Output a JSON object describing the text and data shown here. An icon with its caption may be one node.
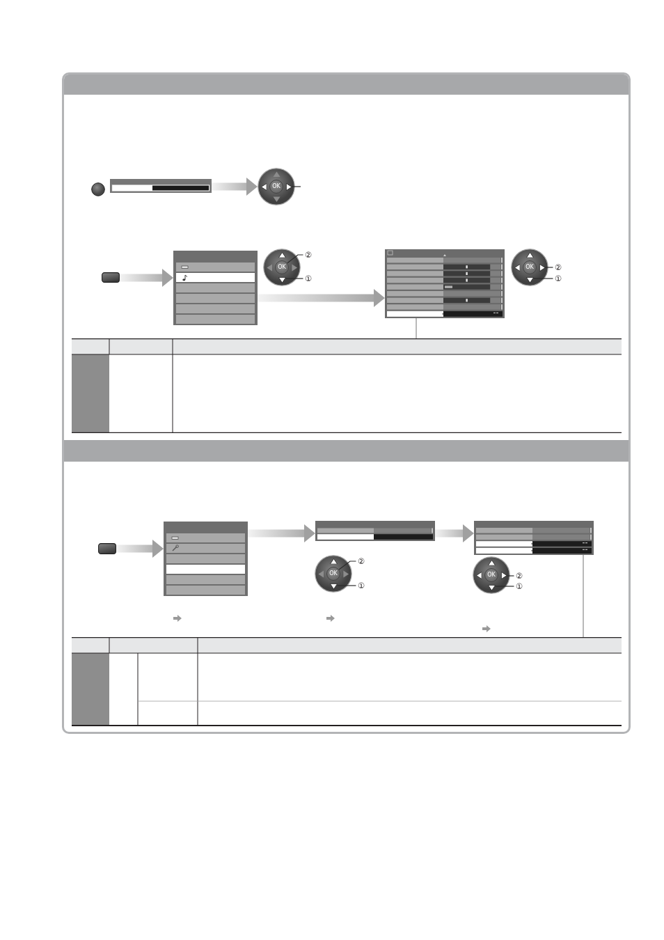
{
  "diagram": {
    "nodes": [
      {
        "text": [],
        "shape": "circle"
      },
      {
        "text": [],
        "shape": "picture"
      },
      {
        "text": [],
        "shape": "circle"
      },
      {
        "text": [
          "OK"
        ],
        "in": 2
      },
      {
        "text": [],
        "shape": "triangle",
        "in": 2
      },
      {
        "text": [],
        "shape": "triangle",
        "in": 2
      },
      {
        "text": [],
        "shape": "triangle",
        "in": 2
      },
      {
        "text": [],
        "shape": "triangle",
        "in": 2
      },
      {
        "text": [],
        "shape": "box"
      },
      {
        "text": [],
        "shape": "picture"
      },
      {
        "text": [],
        "shape": "circle"
      },
      {
        "text": [
          "OK"
        ],
        "in": 10
      },
      {
        "text": [],
        "shape": "triangle",
        "in": 10
      },
      {
        "text": [],
        "shape": "triangle",
        "in": 10
      },
      {
        "text": [],
        "shape": "triangle",
        "in": 10
      },
      {
        "text": [],
        "shape": "triangle",
        "in": 10
      },
      {
        "text": [
          "②"
        ]
      },
      {
        "text": [
          "①"
        ]
      },
      {
        "text": [],
        "shape": "picture"
      },
      {
        "text": [],
        "shape": "circle"
      },
      {
        "text": [
          "OK"
        ],
        "in": 19
      },
      {
        "text": [],
        "shape": "triangle",
        "in": 19
      },
      {
        "text": [],
        "shape": "triangle",
        "in": 19
      },
      {
        "text": [],
        "shape": "triangle",
        "in": 19
      },
      {
        "text": [],
        "shape": "triangle",
        "in": 19
      },
      {
        "text": [
          "②"
        ]
      },
      {
        "text": [
          "①"
        ]
      },
      {
        "text": [],
        "shape": "table"
      },
      {
        "text": [],
        "shape": "box"
      },
      {
        "text": [],
        "shape": "picture"
      },
      {
        "text": [],
        "shape": "picture"
      },
      {
        "text": [],
        "shape": "circle"
      },
      {
        "text": [
          "OK"
        ],
        "in": 31
      },
      {
        "text": [],
        "shape": "triangle",
        "in": 31
      },
      {
        "text": [],
        "shape": "triangle",
        "in": 31
      },
      {
        "text": [],
        "shape": "triangle",
        "in": 31
      },
      {
        "text": [],
        "shape": "triangle",
        "in": 31
      },
      {
        "text": [
          "②"
        ]
      },
      {
        "text": [
          "①"
        ]
      },
      {
        "text": [],
        "shape": "picture"
      },
      {
        "text": [],
        "shape": "circle"
      },
      {
        "text": [
          "OK"
        ],
        "in": 40
      },
      {
        "text": [],
        "shape": "triangle",
        "in": 40
      },
      {
        "text": [],
        "shape": "triangle",
        "in": 40
      },
      {
        "text": [],
        "shape": "triangle",
        "in": 40
      },
      {
        "text": [],
        "shape": "triangle",
        "in": 40
      },
      {
        "text": [
          "②"
        ]
      },
      {
        "text": [
          "①"
        ]
      },
      {
        "text": [],
        "shape": "table"
      }
    ],
    "edges": [
      {
        "from": 1,
        "to": 2,
        "arrow": "to",
        "style": "thick",
        "color": "#a0a0a0"
      },
      {
        "from": 8,
        "to": 9,
        "arrow": "to",
        "style": "thick",
        "color": "#a0a0a0"
      },
      {
        "from": 9,
        "to": 18,
        "arrow": "to",
        "style": "thick",
        "color": "#a0a0a0"
      },
      {
        "from": null,
        "to": 7,
        "arrow": "none"
      },
      {
        "from": 16,
        "to": 11,
        "arrow": "none"
      },
      {
        "from": 17,
        "to": 13,
        "arrow": "none"
      },
      {
        "from": 18,
        "to": 27,
        "arrow": "none",
        "color": "#8a8a8a"
      },
      {
        "from": 25,
        "to": 24,
        "arrow": "none"
      },
      {
        "from": 26,
        "to": 22,
        "arrow": "none"
      },
      {
        "from": 28,
        "to": 29,
        "arrow": "to",
        "style": "thick",
        "color": "#a0a0a0"
      },
      {
        "from": 29,
        "to": 30,
        "arrow": "to",
        "style": "thick",
        "color": "#a0a0a0"
      },
      {
        "from": 37,
        "to": 32,
        "arrow": "none"
      },
      {
        "from": 38,
        "to": 34,
        "arrow": "none"
      },
      {
        "from": 30,
        "to": 39,
        "arrow": "to",
        "style": "thick",
        "color": "#a0a0a0"
      },
      {
        "from": 46,
        "to": 45,
        "arrow": "none"
      },
      {
        "from": 47,
        "to": 43,
        "arrow": "none"
      },
      {
        "from": 39,
        "to": 48,
        "arrow": "none",
        "color": "#8a8a8a"
      }
    ]
  }
}
